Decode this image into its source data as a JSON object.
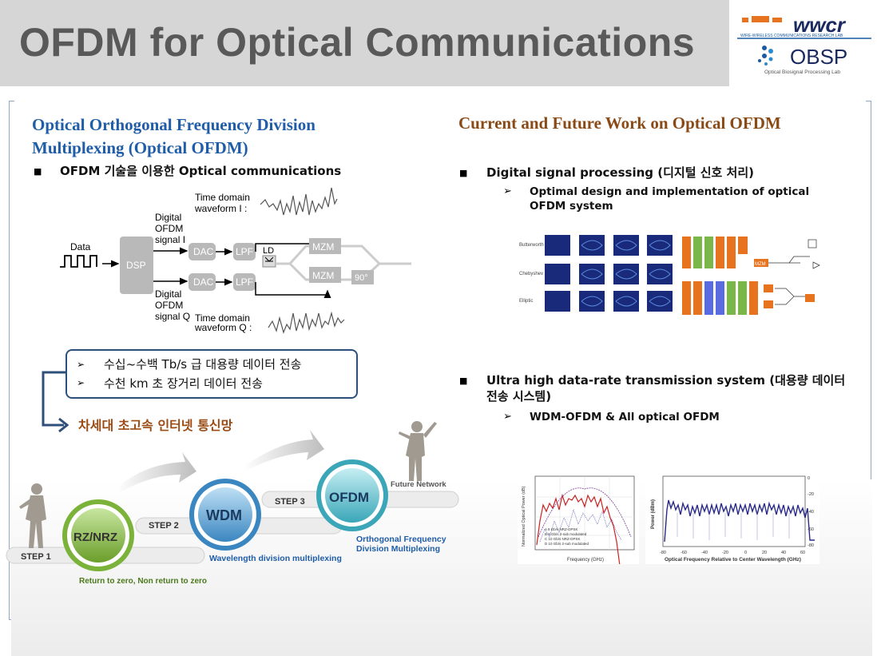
{
  "header": {
    "title": "OFDM for Optical Communications"
  },
  "logo": {
    "brand_text": "wwcr",
    "brand_sub": "WIRE-WIRELESS COMMUNICATIONS RESEARCH LAB",
    "obsp": "OBSP",
    "obsp_sub": "Optical Biosignal Processing Lab"
  },
  "left": {
    "heading": "Optical Orthogonal Frequency Division Multiplexing (Optical OFDM)",
    "bullet": "OFDM 기술을 이용한 Optical communications",
    "diagram": {
      "data": "Data",
      "dsp": "DSP",
      "dac1": "DAC",
      "dac2": "DAC",
      "lpf1": "LPF",
      "lpf2": "LPF",
      "ld": "LD",
      "mzm1": "MZM",
      "mzm2": "MZM",
      "phase": "90°",
      "signal_i_1": "Digital",
      "signal_i_2": "OFDM",
      "signal_i_3": "signal I",
      "signal_q_1": "Digital",
      "signal_q_2": "OFDM",
      "signal_q_3": "signal Q",
      "wave_i_1": "Time domain",
      "wave_i_2": "waveform I :",
      "wave_q_1": "Time domain",
      "wave_q_2": "waveform Q :"
    },
    "callout_items": [
      "수십~수백 Tb/s 급 대용량 데이터 전송",
      "수천 km 초 장거리 데이터 전송"
    ],
    "next_gen": "차세대 초고속 인터넷 통신망",
    "steps": {
      "step1": "STEP 1",
      "step2": "STEP 2",
      "step3": "STEP 3",
      "rz": "RZ/NRZ",
      "wdm": "WDM",
      "ofdm": "OFDM",
      "future": "Future Network",
      "rz_desc": "Return to zero, Non return to zero",
      "wdm_desc": "Wavelength division multiplexing",
      "ofdm_desc_1": "Orthogonal Frequency",
      "ofdm_desc_2": "Division Multiplexing"
    }
  },
  "right": {
    "heading": "Current and Future Work on Optical OFDM",
    "bullet1": "Digital signal processing (디지털 신호 처리)",
    "sub1": "Optimal design and implementation of optical OFDM system",
    "fig1_rows": [
      "Butterworth",
      "Chebyshev",
      "Elliptic"
    ],
    "fig1_mzm": "MZM",
    "bullet2": "Ultra high data-rate transmission system (대용량 데이터 전송 시스템)",
    "sub2": "WDM-OFDM & All optical OFDM",
    "fig2": {
      "left_ylabel": "Normalized Optical Power (dB)",
      "left_xlabel": "Frequency (GHz)",
      "left_legend": [
        "A  8 Gb/s NRZ-DPSK",
        "B  8 Gb/s 2-sub modulated",
        "C  10 Gb/s NRZ-DPSK",
        "D  10 Gb/s 2-sub modulated"
      ],
      "right_ylabel": "Power (dBm)",
      "right_xlabel": "Optical Frequency Relative to Center Wavelength (GHz)",
      "right_xticks": [
        "-80",
        "-60",
        "-40",
        "-20",
        "0",
        "20",
        "40",
        "60"
      ],
      "right_yticks": [
        "0",
        "-20",
        "-40",
        "-60",
        "-80"
      ]
    }
  },
  "colors": {
    "header_bg": "#d6d6d6",
    "title": "#595959",
    "left_heading": "#1f5da8",
    "right_heading": "#8a4a16",
    "accent_blue": "#2e4f7a"
  }
}
